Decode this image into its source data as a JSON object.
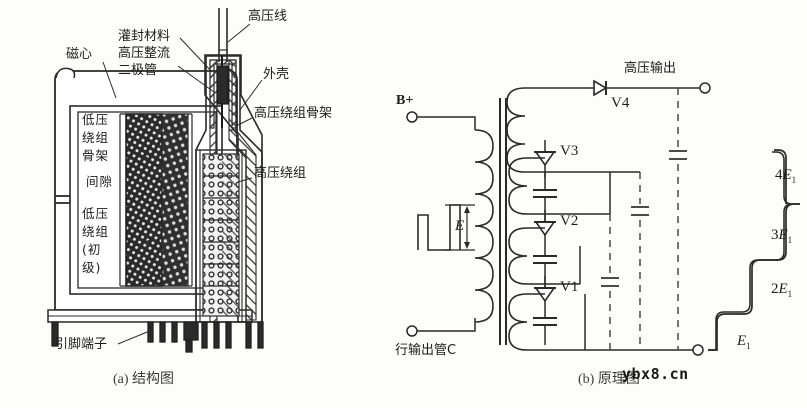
{
  "figure": {
    "background_color": "#fdfdfc",
    "line_color": "#2a2a2a",
    "watermark": "ybx8.cn"
  },
  "panel_a": {
    "caption": "(a) 结构图",
    "callouts": {
      "potting_material": "灌封材料",
      "hv_rectifier_line1": "高压整流",
      "hv_rectifier_line2": "二极管",
      "core": "磁心",
      "hv_wire": "高压线",
      "housing": "外壳",
      "hv_bobbin": "高压绕组骨架",
      "hv_winding": "高压绕组",
      "pin_terminals": "引脚端子"
    },
    "inner_labels": {
      "lv_bobbin": [
        "低压",
        "绕组",
        "骨架"
      ],
      "gap": "间隙",
      "lv_winding_primary": [
        "低压",
        "绕组",
        "(初",
        "级)"
      ]
    }
  },
  "panel_b": {
    "caption": "(b) 原理图",
    "terminals": {
      "b_plus": "B+",
      "flyback_tube": "行输出管C",
      "hv_output": "高压输出"
    },
    "drive_voltage": "E",
    "diodes": [
      {
        "name": "V1"
      },
      {
        "name": "V2"
      },
      {
        "name": "V3"
      },
      {
        "name": "V4"
      }
    ],
    "staircase_labels": [
      {
        "text": "E",
        "sub": "1",
        "prefix": ""
      },
      {
        "text": "E",
        "sub": "1",
        "prefix": "2"
      },
      {
        "text": "E",
        "sub": "1",
        "prefix": "3"
      },
      {
        "text": "E",
        "sub": "1",
        "prefix": "4"
      }
    ]
  }
}
